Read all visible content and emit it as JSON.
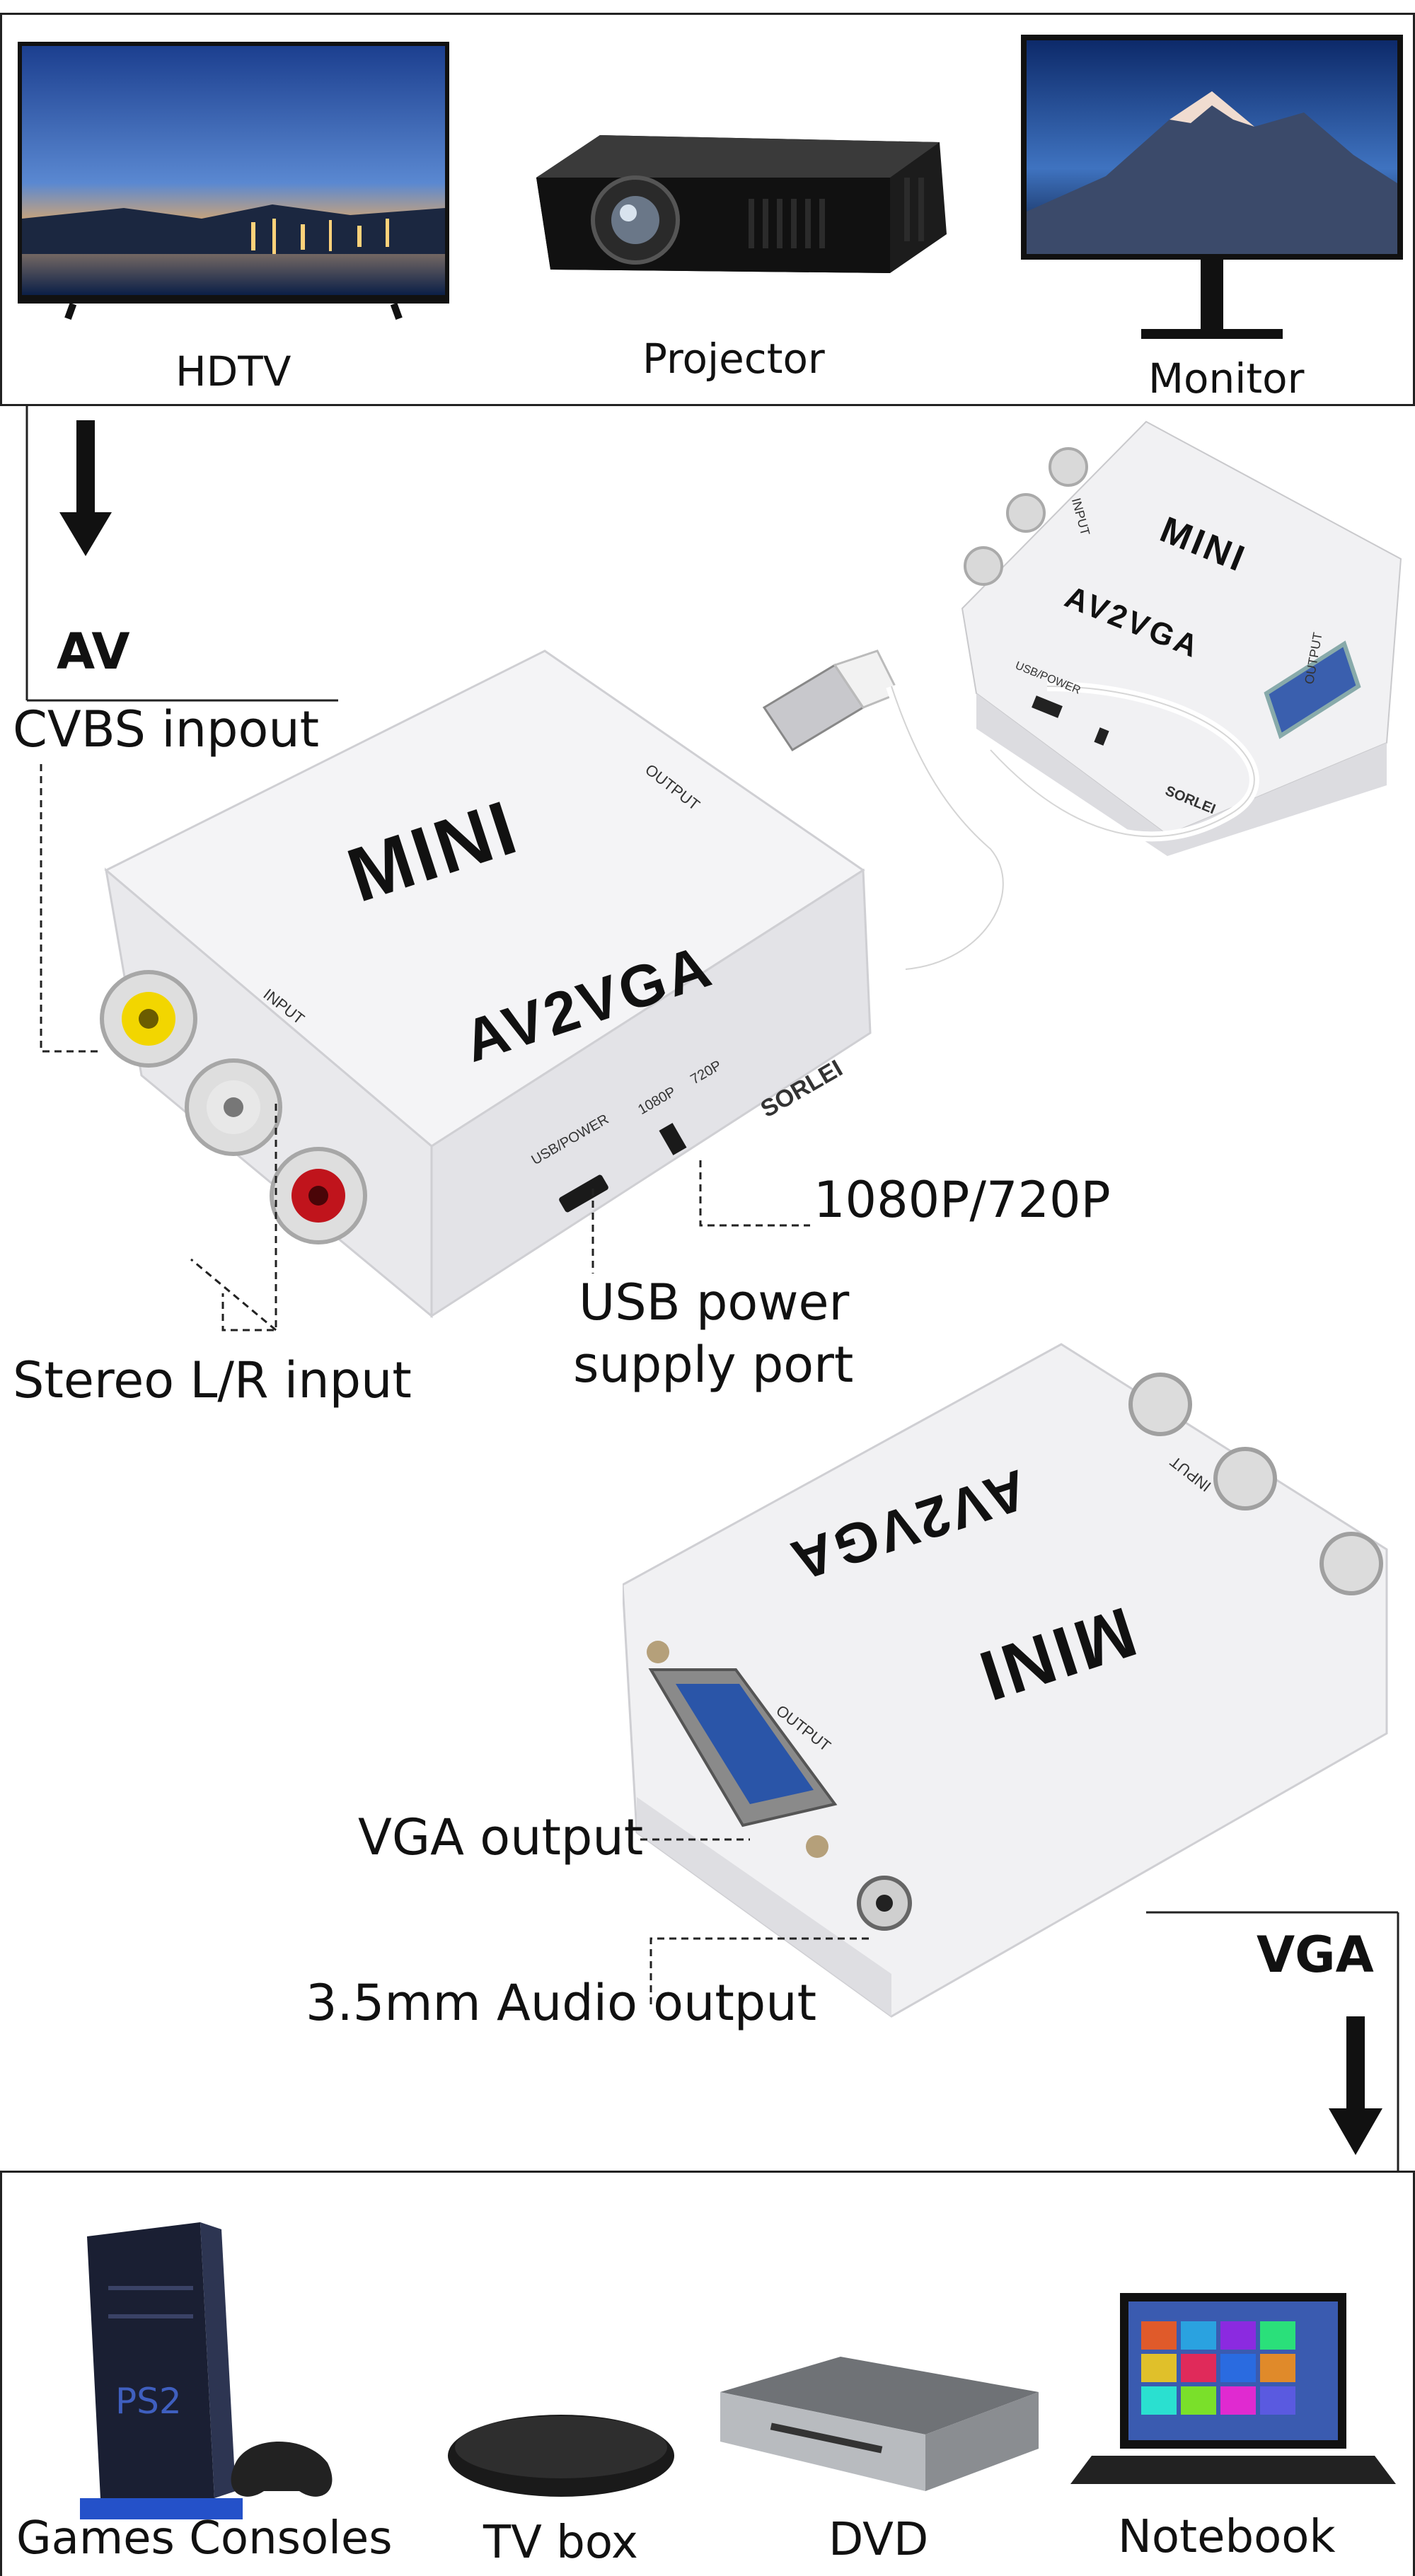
{
  "top_displays": {
    "items": [
      {
        "label": "HDTV",
        "icon": "tv-icon"
      },
      {
        "label": "Projector",
        "icon": "projector-icon"
      },
      {
        "label": "Monitor",
        "icon": "monitor-icon"
      }
    ]
  },
  "connectors": {
    "av": "AV",
    "vga": "VGA"
  },
  "device": {
    "brand_mini": "MINI",
    "model": "AV2VGA",
    "input": "INPUT",
    "output": "OUTPUT",
    "usb_power": "USB/POWER",
    "res_1080": "1080P",
    "res_720": "720P",
    "brand": "SORLEI"
  },
  "callouts": {
    "cvbs": "CVBS inpout",
    "stereo": "Stereo L/R input",
    "usb_line1": "USB power",
    "usb_line2": "supply port",
    "res_switch": "1080P/720P",
    "vga_out": "VGA output",
    "audio_out": "3.5mm Audio output"
  },
  "bottom_sources": {
    "items": [
      {
        "label": "Games Consoles",
        "icon": "game-console-icon"
      },
      {
        "label": "TV box",
        "icon": "tv-box-icon"
      },
      {
        "label": "DVD",
        "icon": "dvd-player-icon"
      },
      {
        "label": "Notebook",
        "icon": "notebook-icon"
      }
    ]
  },
  "colors": {
    "cvbs_jack": "#f2d600",
    "left_jack": "#e8e8e8",
    "right_jack": "#c0141c",
    "vga_port": "#2a55a8",
    "device_body": "#f1f1f3"
  }
}
